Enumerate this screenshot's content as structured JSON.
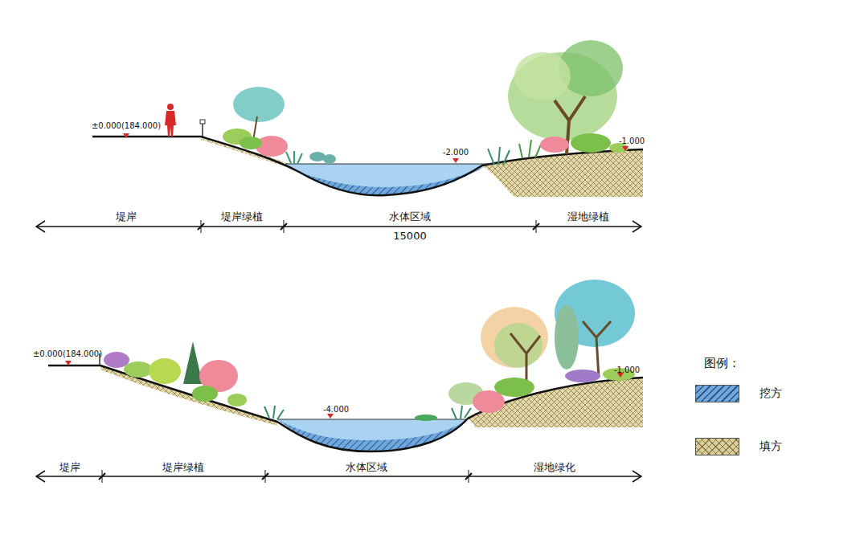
{
  "diagram": {
    "labels": [
      "±0.000(184.000)",
      "-2.000",
      "-1.000",
      "堤岸",
      "堤岸绿植",
      "水体区域",
      "15000",
      "湿地绿植",
      "±0.000(184.000)",
      "-4.000",
      "-1.000",
      "堤岸",
      "堤岸绿植",
      "水体区域",
      "湿地绿化",
      "图例："
    ],
    "legend": [
      {
        "text": "挖方",
        "color": "#6fa8dc"
      },
      {
        "text": "填方",
        "color": "#d9cf9a"
      }
    ]
  }
}
